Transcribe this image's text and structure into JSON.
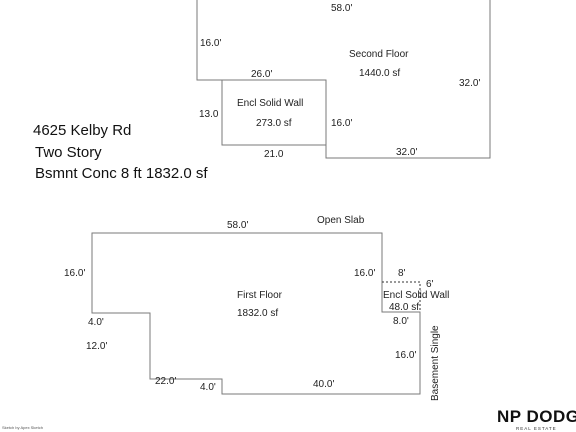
{
  "property": {
    "address": "4625 Kelby Rd",
    "style": "Two Story",
    "basement": "Bsmnt Conc 8 ft 1832.0 sf"
  },
  "second_floor": {
    "name": "Second Floor",
    "area": "1440.0 sf",
    "dims": {
      "top": "58.0'",
      "left": "16.0'",
      "right": "32.0'",
      "bottom": "32.0'"
    }
  },
  "encl_upper": {
    "name": "Encl Solid Wall",
    "area": "273.0 sf",
    "dims": {
      "top": "26.0'",
      "left": "13.0",
      "right": "16.0'",
      "bottom": "21.0"
    }
  },
  "first_floor": {
    "name": "First Floor",
    "area": "1832.0 sf",
    "dims": {
      "top": "58.0'",
      "left": "16.0'",
      "step_1": "4.0'",
      "left_lower": "12.0'",
      "bottom_left": "22.0'",
      "step_2": "4.0'",
      "bottom": "40.0'",
      "right_lower": "16.0'",
      "right_upper": "16.0'"
    }
  },
  "encl_lower": {
    "name": "Encl Solid Wall",
    "area": "48.0 sf",
    "dims": {
      "top": "8'",
      "side": "6'",
      "bottom": "8.0'"
    }
  },
  "annotations": {
    "open_slab": "Open Slab",
    "basement_single": "Basement Single"
  },
  "footer": {
    "credit": "Sketch by Apex Sketch",
    "logo_main": "NP DODGE",
    "logo_sub": "REAL ESTATE"
  }
}
